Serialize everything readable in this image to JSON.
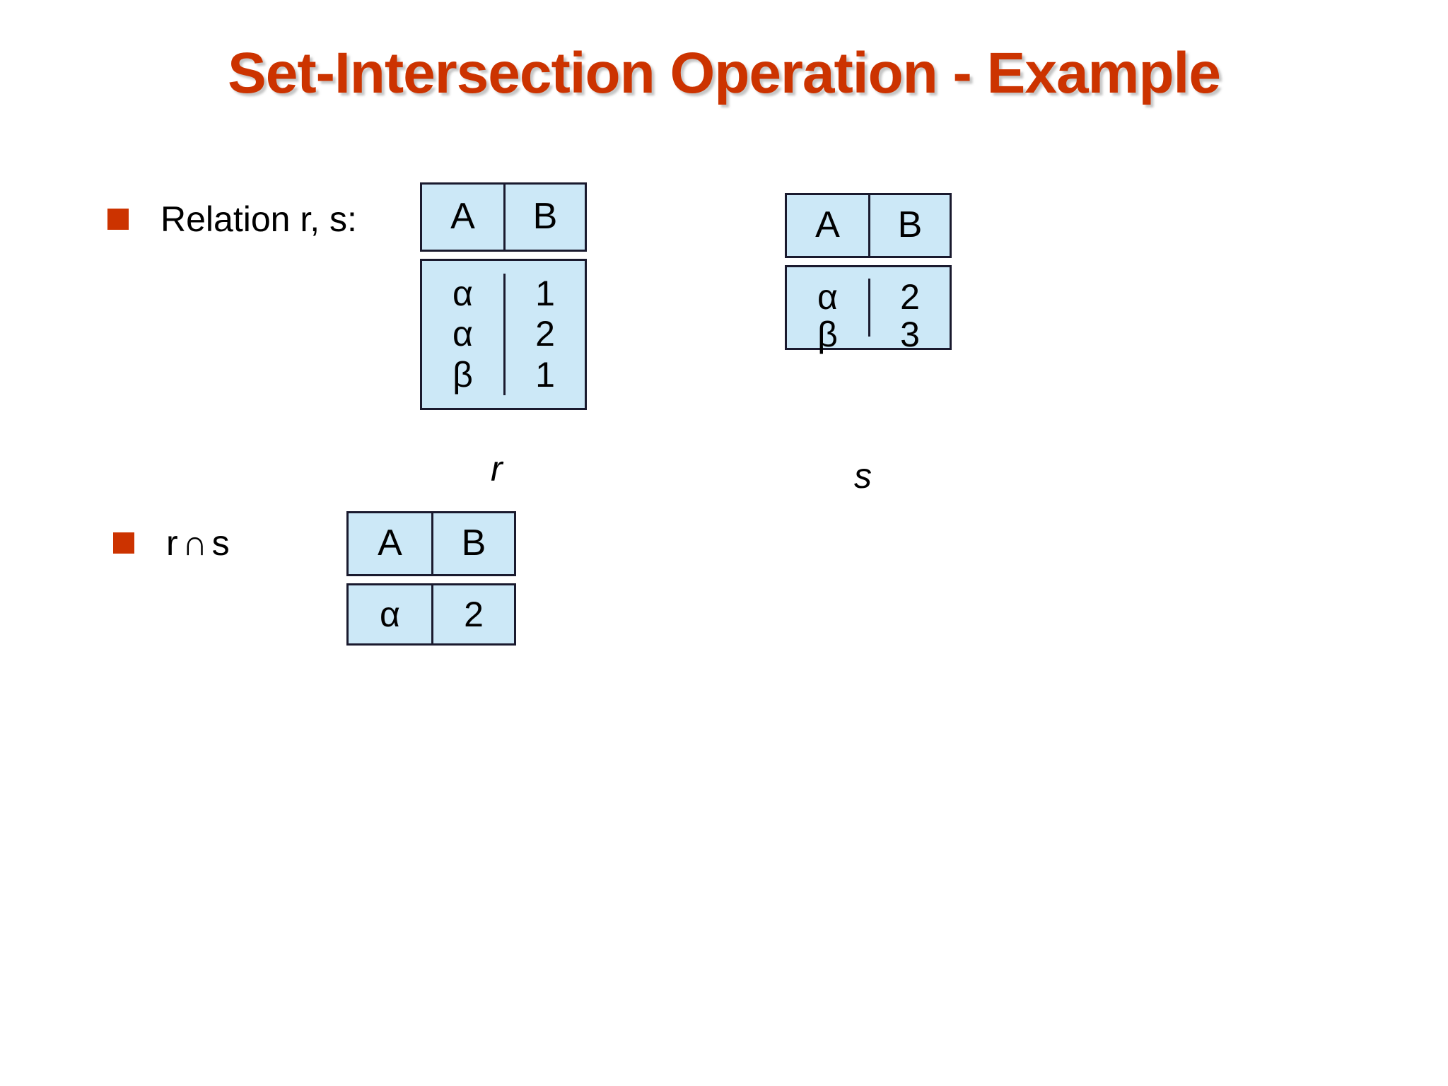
{
  "slide": {
    "title": "Set-Intersection Operation - Example",
    "title_color": "#CC3300",
    "background_color": "#FFFFFF",
    "bullet_color": "#CC3300",
    "table_fill_color": "#CCE8F7",
    "table_border_color": "#1A1A2E"
  },
  "bullets": [
    {
      "text": "Relation r, s:"
    },
    {
      "left": "r",
      "operator": "∩",
      "right": "s"
    }
  ],
  "tables": {
    "r": {
      "name": "r",
      "columns": [
        "A",
        "B"
      ],
      "rows": [
        [
          "α",
          "1"
        ],
        [
          "α",
          "2"
        ],
        [
          "β",
          "1"
        ]
      ]
    },
    "s": {
      "name": "s",
      "columns": [
        "A",
        "B"
      ],
      "rows": [
        [
          "α",
          "2"
        ],
        [
          "β",
          "3"
        ]
      ]
    },
    "result": {
      "name": "r ∩ s",
      "columns": [
        "A",
        "B"
      ],
      "rows": [
        [
          "α",
          "2"
        ]
      ]
    }
  }
}
